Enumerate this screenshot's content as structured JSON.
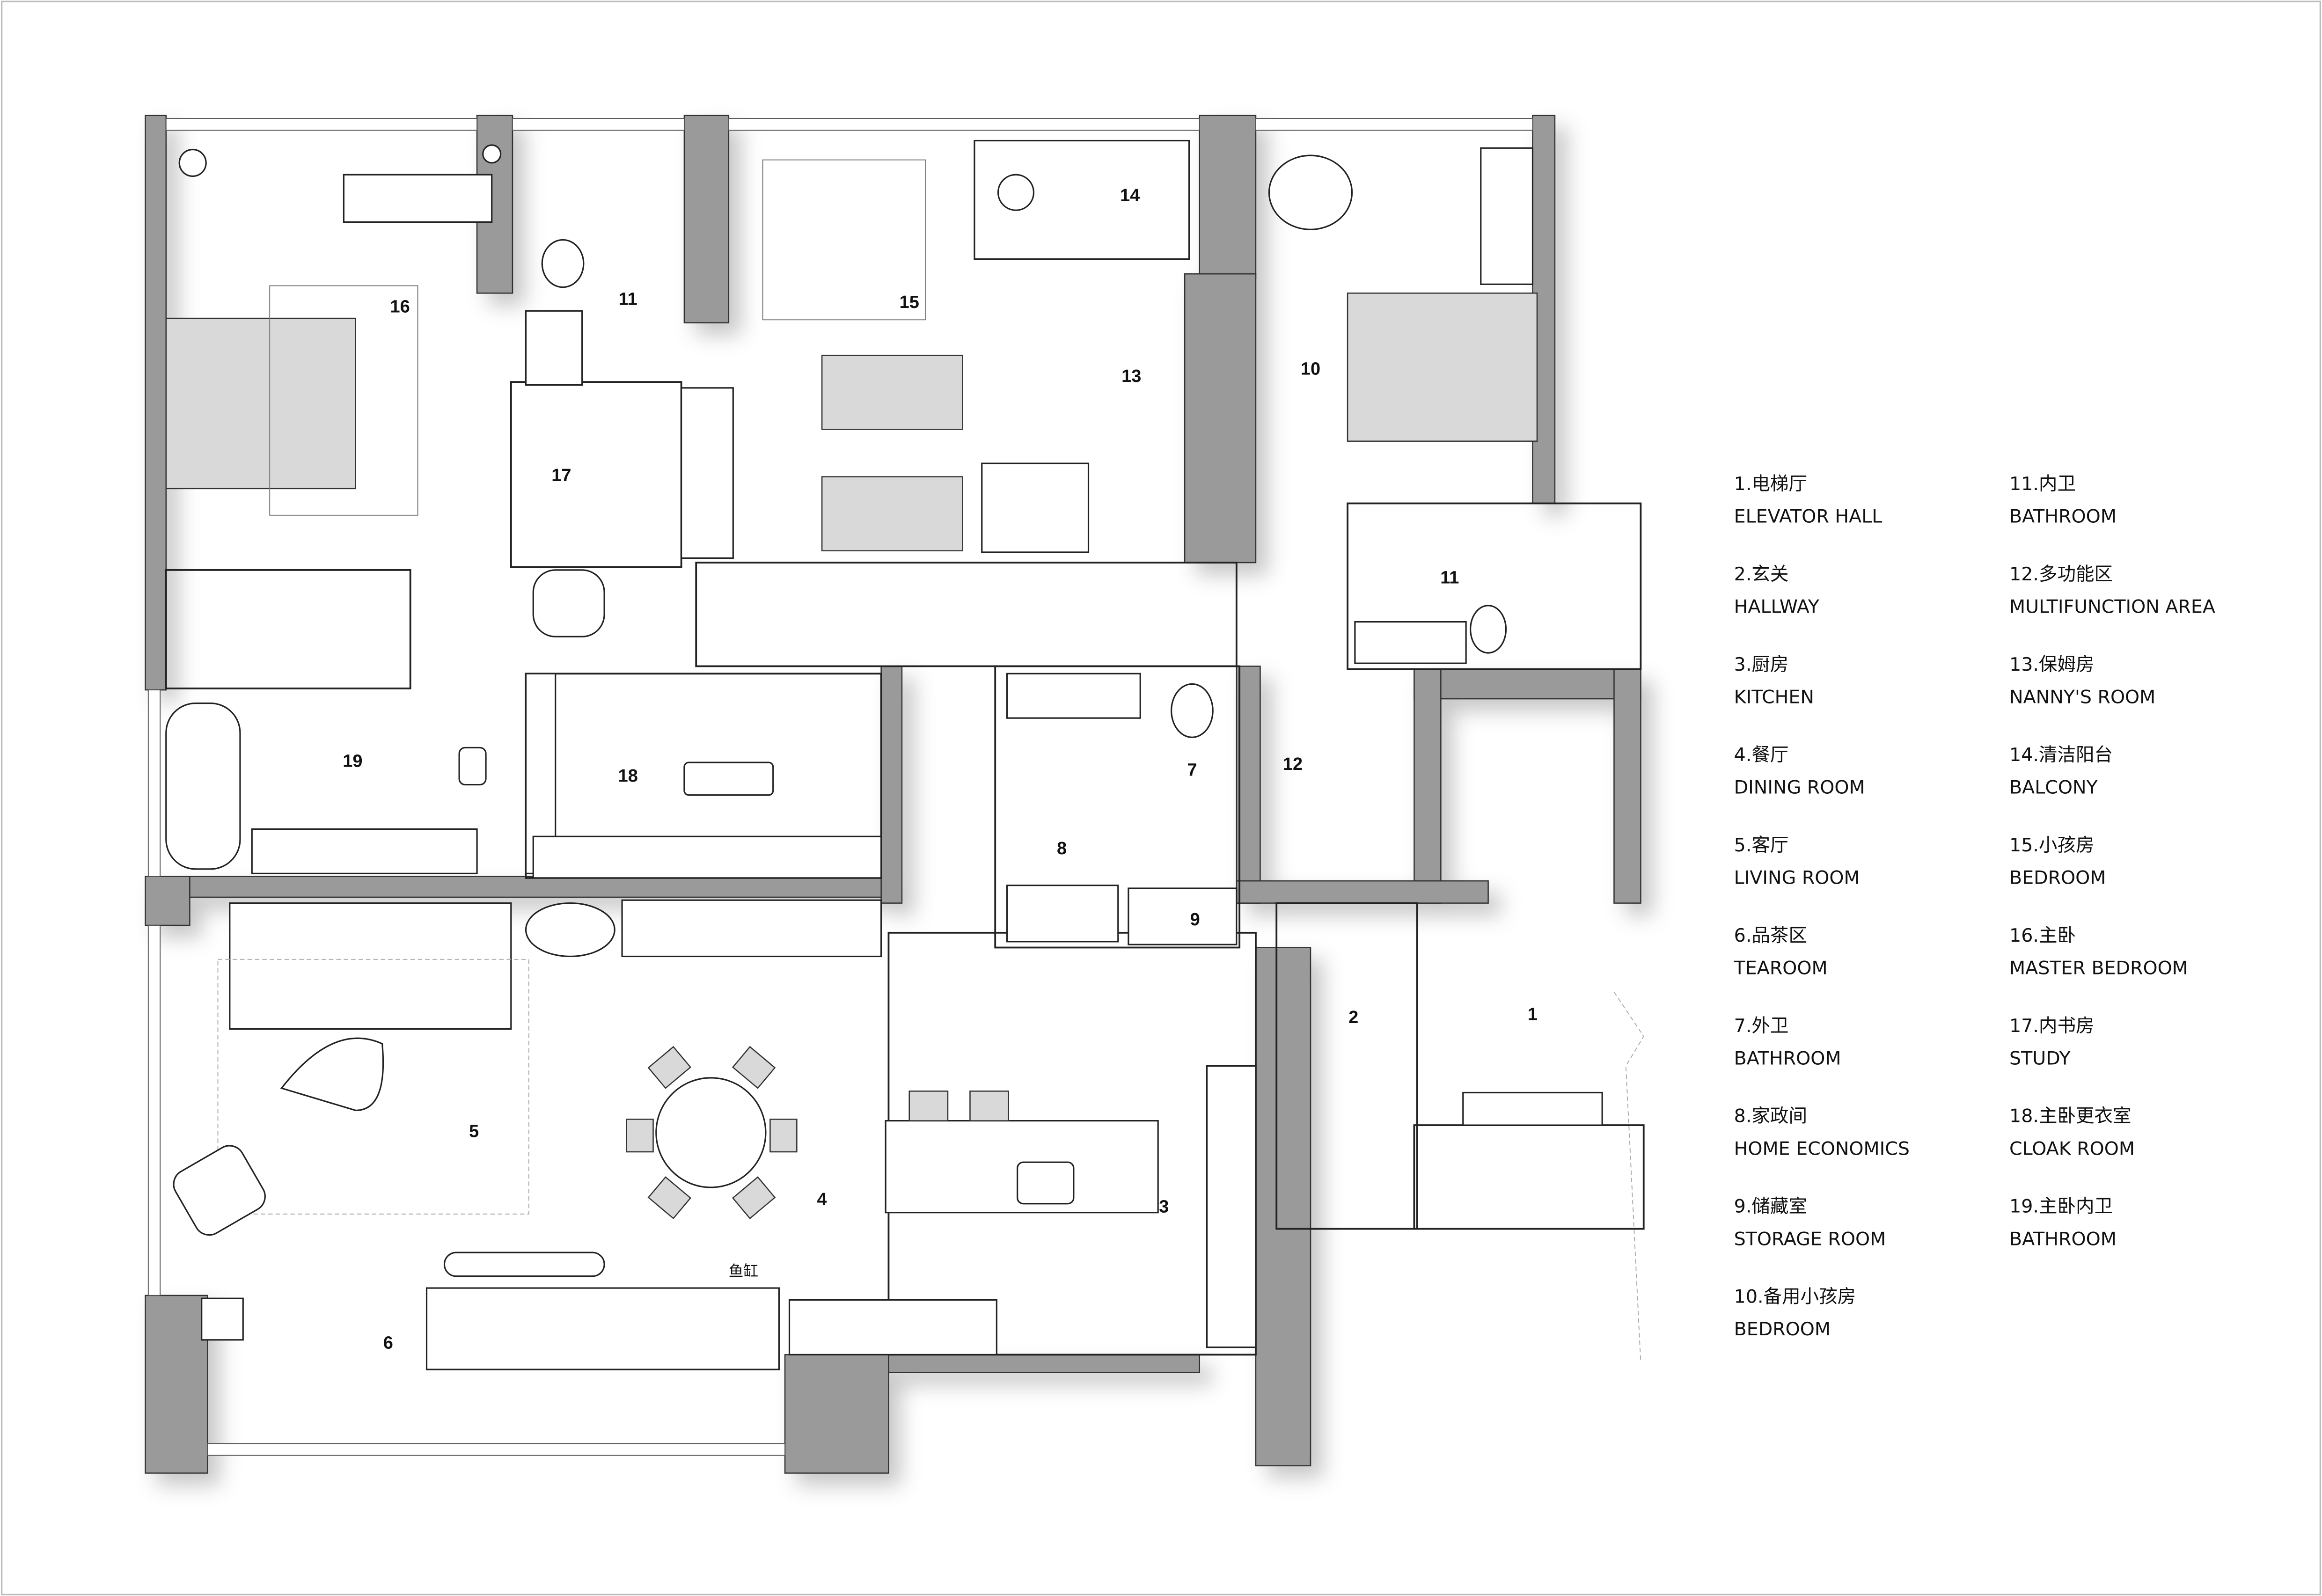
{
  "plan": {
    "room_numbers": [
      "1",
      "2",
      "3",
      "4",
      "5",
      "6",
      "7",
      "8",
      "9",
      "10",
      "11",
      "11",
      "12",
      "13",
      "14",
      "15",
      "16",
      "17",
      "18",
      "19"
    ],
    "aquarium_note": "鱼缸"
  },
  "legend": [
    {
      "cn": "1.电梯厅",
      "en": "ELEVATOR HALL"
    },
    {
      "cn": "2.玄关",
      "en": "HALLWAY"
    },
    {
      "cn": "3.厨房",
      "en": "KITCHEN"
    },
    {
      "cn": "4.餐厅",
      "en": "DINING ROOM"
    },
    {
      "cn": "5.客厅",
      "en": "LIVING ROOM"
    },
    {
      "cn": "6.品茶区",
      "en": "TEAROOM"
    },
    {
      "cn": "7.外卫",
      "en": "BATHROOM"
    },
    {
      "cn": "8.家政间",
      "en": "HOME ECONOMICS"
    },
    {
      "cn": "9.储藏室",
      "en": "STORAGE ROOM"
    },
    {
      "cn": "10.备用小孩房",
      "en": "BEDROOM"
    },
    {
      "cn": "11.内卫",
      "en": "BATHROOM"
    },
    {
      "cn": "12.多功能区",
      "en": "MULTIFUNCTION AREA"
    },
    {
      "cn": "13.保姆房",
      "en": "NANNY'S ROOM"
    },
    {
      "cn": "14.清洁阳台",
      "en": "BALCONY"
    },
    {
      "cn": "15.小孩房",
      "en": "BEDROOM"
    },
    {
      "cn": "16.主卧",
      "en": "MASTER BEDROOM"
    },
    {
      "cn": "17.内书房",
      "en": "STUDY"
    },
    {
      "cn": "18.主卧更衣室",
      "en": "CLOAK ROOM"
    },
    {
      "cn": "19.主卧内卫",
      "en": "BATHROOM"
    }
  ]
}
